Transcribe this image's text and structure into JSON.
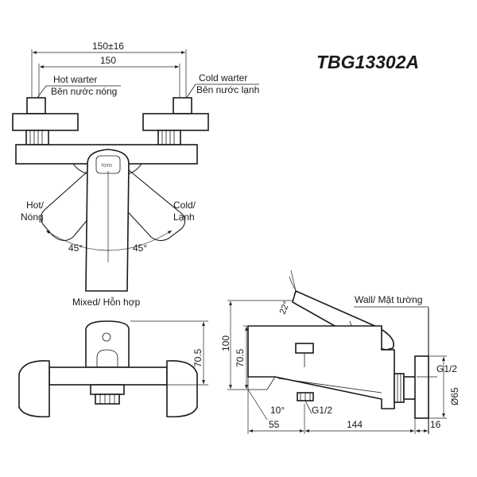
{
  "model": "TBG13302A",
  "logo_text": "TOTO",
  "colors": {
    "line": "#1a1a1a",
    "background": "#ffffff"
  },
  "top_view": {
    "dim_outer": "150±16",
    "dim_inner": "150",
    "hot_label": "Hot warter",
    "hot_label_vi": "Bên nước nóng",
    "cold_label": "Cold warter",
    "cold_label_vi": "Bên nước lạnh",
    "hot_lever": "Hot/",
    "hot_lever_vi": "Nóng",
    "cold_lever": "Cold/",
    "cold_lever_vi": "Lạnh",
    "angle_left": "45°",
    "angle_right": "45°",
    "mixed_label": "Mixed/ Hỗn hợp"
  },
  "front_view": {
    "dim_height": "70.5"
  },
  "side_view": {
    "wall_label": "Wall/ Mặt tường",
    "angle_handle": "22°",
    "angle_spout": "10°",
    "dim_total_height": "100",
    "dim_height": "70.5",
    "thread_wall": "G1/2",
    "thread_outlet": "G1/2",
    "dim_diameter": "Ø65",
    "dim_spout": "55",
    "dim_body": "144",
    "dim_flange": "16"
  }
}
